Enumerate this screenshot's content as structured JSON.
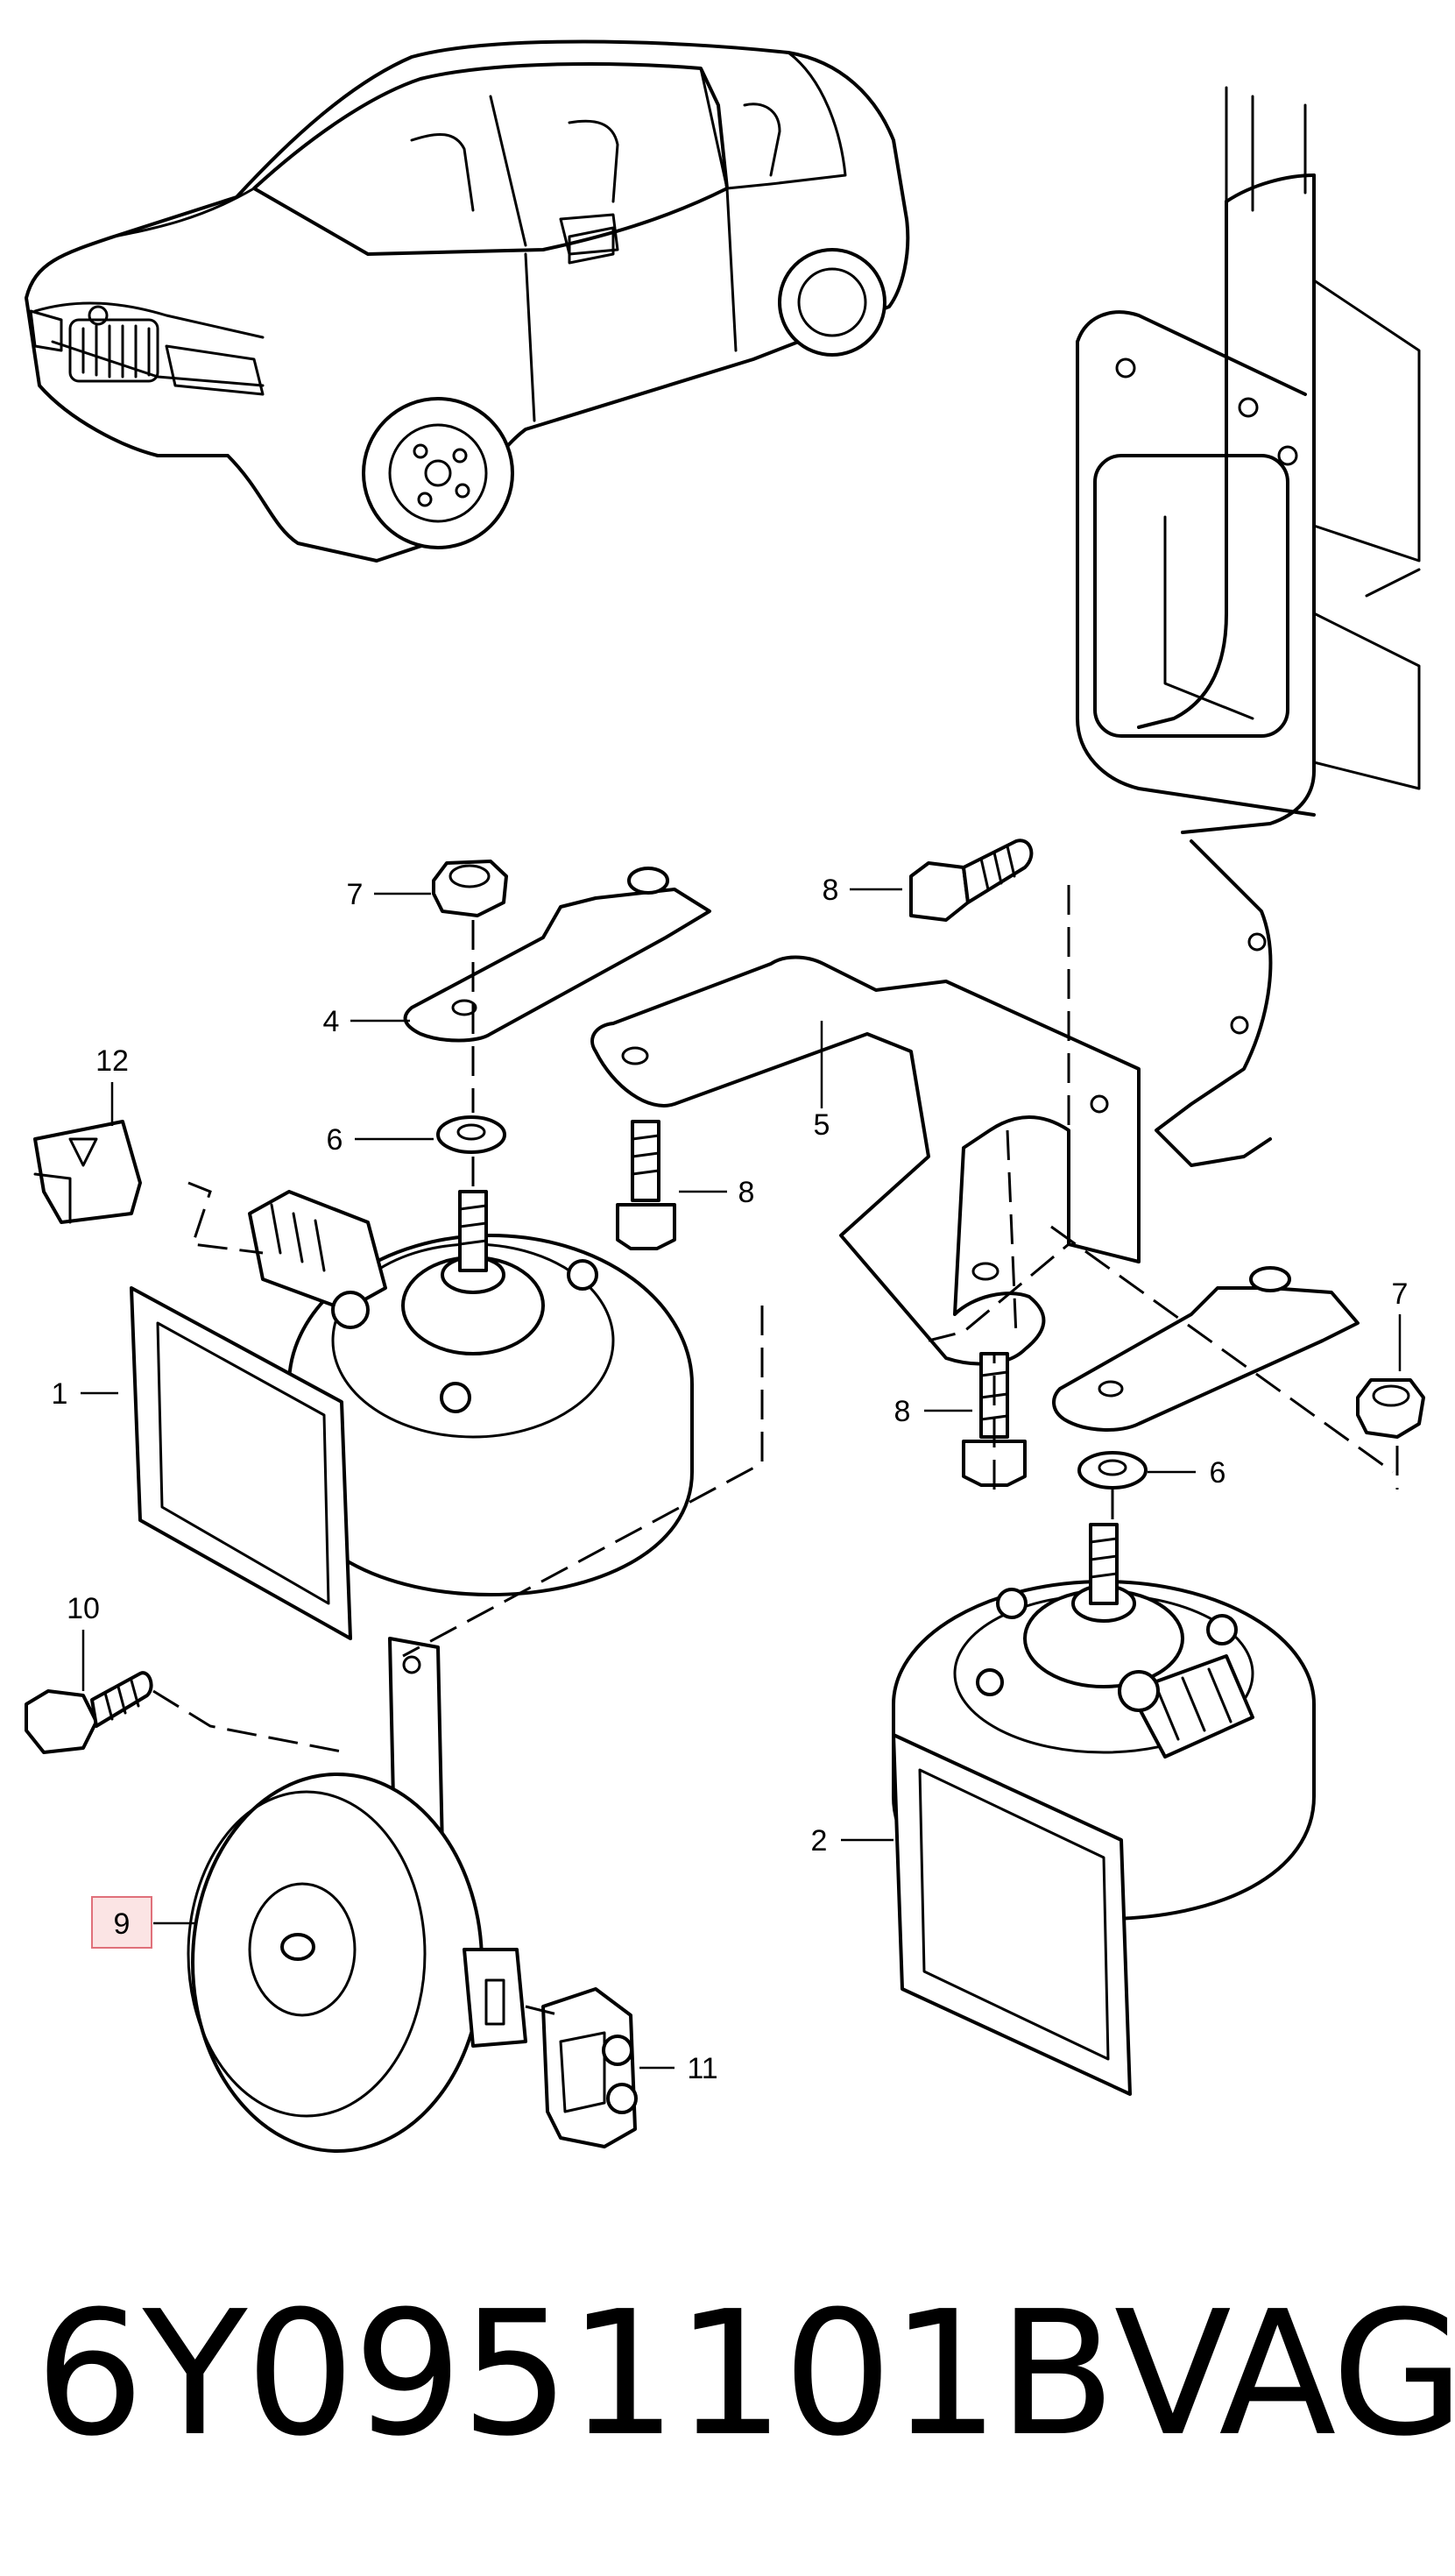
{
  "callouts": [
    {
      "id": "c1",
      "label": "1"
    },
    {
      "id": "c2",
      "label": "2"
    },
    {
      "id": "c4",
      "label": "4"
    },
    {
      "id": "c5",
      "label": "5"
    },
    {
      "id": "c6a",
      "label": "6"
    },
    {
      "id": "c6b",
      "label": "6"
    },
    {
      "id": "c7a",
      "label": "7"
    },
    {
      "id": "c7b",
      "label": "7"
    },
    {
      "id": "c8a",
      "label": "8"
    },
    {
      "id": "c8b",
      "label": "8"
    },
    {
      "id": "c8c",
      "label": "8"
    },
    {
      "id": "c9",
      "label": "9"
    },
    {
      "id": "c10",
      "label": "10"
    },
    {
      "id": "c11",
      "label": "11"
    },
    {
      "id": "c12",
      "label": "12"
    }
  ],
  "highlighted_callout": "9",
  "highlight_color": "#e0707a",
  "caption": {
    "part_number": "6Y0951101B",
    "brand": "VAG"
  }
}
